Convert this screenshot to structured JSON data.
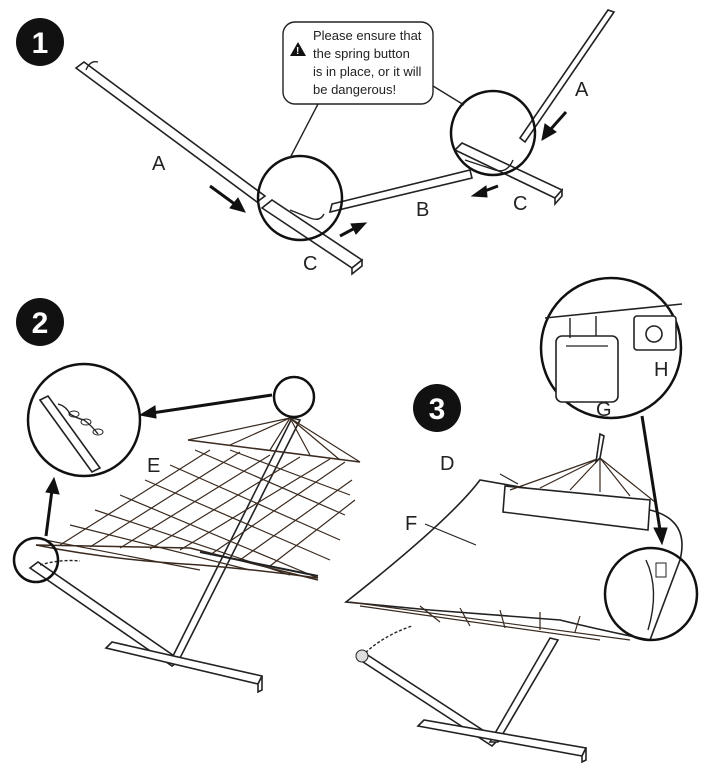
{
  "steps": [
    {
      "number": "1"
    },
    {
      "number": "2"
    },
    {
      "number": "3"
    }
  ],
  "warning": {
    "lines": [
      "Please ensure that",
      "the spring button",
      "is in place, or it will",
      "be dangerous!"
    ]
  },
  "labels": {
    "a": "A",
    "b": "B",
    "c": "C",
    "d": "D",
    "e": "E",
    "f": "F",
    "g": "G",
    "h": "H"
  },
  "colors": {
    "ink": "#222222",
    "cord": "#3a2a1f",
    "badge": "#111111",
    "background": "#ffffff"
  }
}
